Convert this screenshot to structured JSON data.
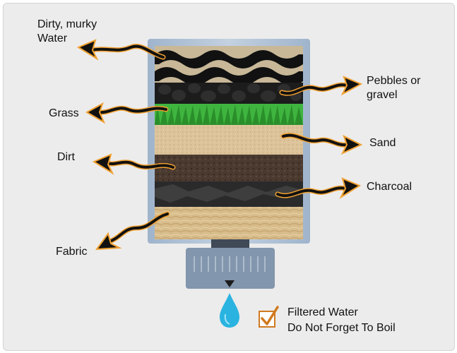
{
  "labels": {
    "water": "Dirty, murky\nWater",
    "pebbles": "Pebbles or\ngravel",
    "grass": "Grass",
    "sand": "Sand",
    "dirt": "Dirt",
    "charcoal": "Charcoal",
    "fabric": "Fabric"
  },
  "note": {
    "line1": "Filtered Water",
    "line2": "Do Not Forget To Boil"
  },
  "colors": {
    "background": "#ececec",
    "pointer": "#111111",
    "pointer_outline": "#f0a030",
    "grass": "#3fb53f",
    "sand": "#dcc39a",
    "dirt": "#4a3a30",
    "charcoal": "#2a2a2a",
    "fabric": "#d8bd8c",
    "droplet": "#2ab3e0",
    "checkbox": "#d07a20"
  },
  "icons": [
    "check-icon",
    "water-drop-icon",
    "arrow-icon"
  ]
}
